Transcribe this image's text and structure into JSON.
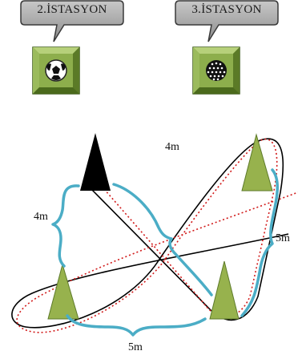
{
  "stations": [
    {
      "label": "2.İSTASYON",
      "icon": "soccer-ball-icon"
    },
    {
      "label": "3.İSTASYON",
      "icon": "dotted-ball-icon"
    }
  ],
  "dimensions": {
    "top": "4m",
    "left": "4m",
    "right": "5m",
    "bottom": "5m"
  },
  "colors": {
    "callout_fill": "#a9a9a9",
    "tile_green": "#8dae4c",
    "cone_green": "#97b24d",
    "cone_black": "#000000",
    "brace_blue": "#4badc6",
    "path_black": "#000000",
    "path_red_dotted": "#d11a1a"
  }
}
